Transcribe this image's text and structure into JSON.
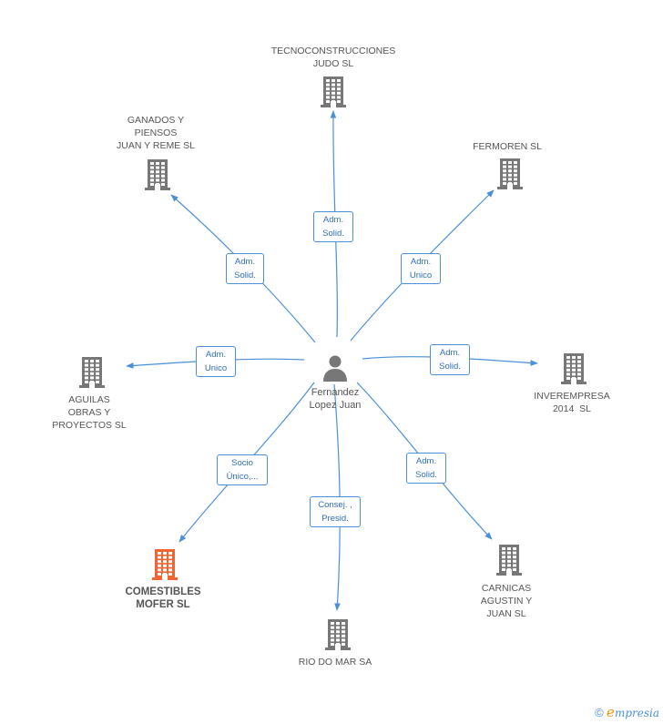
{
  "center": {
    "lines": [
      "Fernandez",
      "Lopez Juan"
    ]
  },
  "nodes": [
    {
      "id": "tecno",
      "lines": [
        "TECNOCONSTRUCCIONES",
        "JUDO SL"
      ],
      "highlight": false
    },
    {
      "id": "ganados",
      "lines": [
        "GANADOS Y",
        "PIENSOS",
        "JUAN Y REME SL"
      ],
      "highlight": false
    },
    {
      "id": "fermoren",
      "lines": [
        "FERMOREN SL"
      ],
      "highlight": false
    },
    {
      "id": "aguilas",
      "lines": [
        "AGUILAS",
        "OBRAS Y",
        "PROYECTOS SL"
      ],
      "highlight": false
    },
    {
      "id": "inver",
      "lines": [
        "INVEREMPRESA",
        "2014  SL"
      ],
      "highlight": false
    },
    {
      "id": "comest",
      "lines": [
        "COMESTIBLES",
        "MOFER SL"
      ],
      "highlight": true
    },
    {
      "id": "carnicas",
      "lines": [
        "CARNICAS",
        "AGUSTIN Y",
        "JUAN SL"
      ],
      "highlight": false
    },
    {
      "id": "rio",
      "lines": [
        "RIO DO MAR SA"
      ],
      "highlight": false
    }
  ],
  "roles": [
    {
      "id": "tecno",
      "lines": [
        "Adm.",
        "Solid."
      ]
    },
    {
      "id": "ganados",
      "lines": [
        "Adm.",
        "Solid."
      ]
    },
    {
      "id": "fermoren",
      "lines": [
        "Adm.",
        "Unico"
      ]
    },
    {
      "id": "aguilas",
      "lines": [
        "Adm.",
        "Unico"
      ]
    },
    {
      "id": "inver",
      "lines": [
        "Adm.",
        "Solid."
      ]
    },
    {
      "id": "comest",
      "lines": [
        "Socio",
        "Único,..."
      ]
    },
    {
      "id": "carnicas",
      "lines": [
        "Adm.",
        "Solid."
      ]
    },
    {
      "id": "rio",
      "lines": [
        "Consej. ,",
        "Presid."
      ]
    }
  ],
  "colors": {
    "edge": "#4a90d9",
    "building": "#777777",
    "building_highlight": "#f26531",
    "person": "#777777"
  },
  "brand": {
    "copyright": "©",
    "e": "e",
    "rest": "mpresia"
  }
}
